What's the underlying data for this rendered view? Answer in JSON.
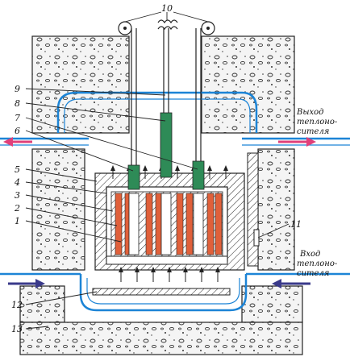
{
  "labels": {
    "n1": "1",
    "n2": "2",
    "n3": "3",
    "n4": "4",
    "n5": "5",
    "n6": "6",
    "n7": "7",
    "n8": "8",
    "n9": "9",
    "n10": "10",
    "n11": "11",
    "n12": "12",
    "n13": "13"
  },
  "outlet": {
    "line1": "Выход",
    "line2": "теплоно-",
    "line3": "сителя"
  },
  "inlet": {
    "line1": "Вход",
    "line2": "теплоно-",
    "line3": "сителя"
  },
  "colors": {
    "coolant": "#1c84d6",
    "rod": "#2e8b57",
    "fuel": "#e0603a",
    "arrow_out": "#e0407a",
    "arrow_in": "#3a3a8a"
  }
}
